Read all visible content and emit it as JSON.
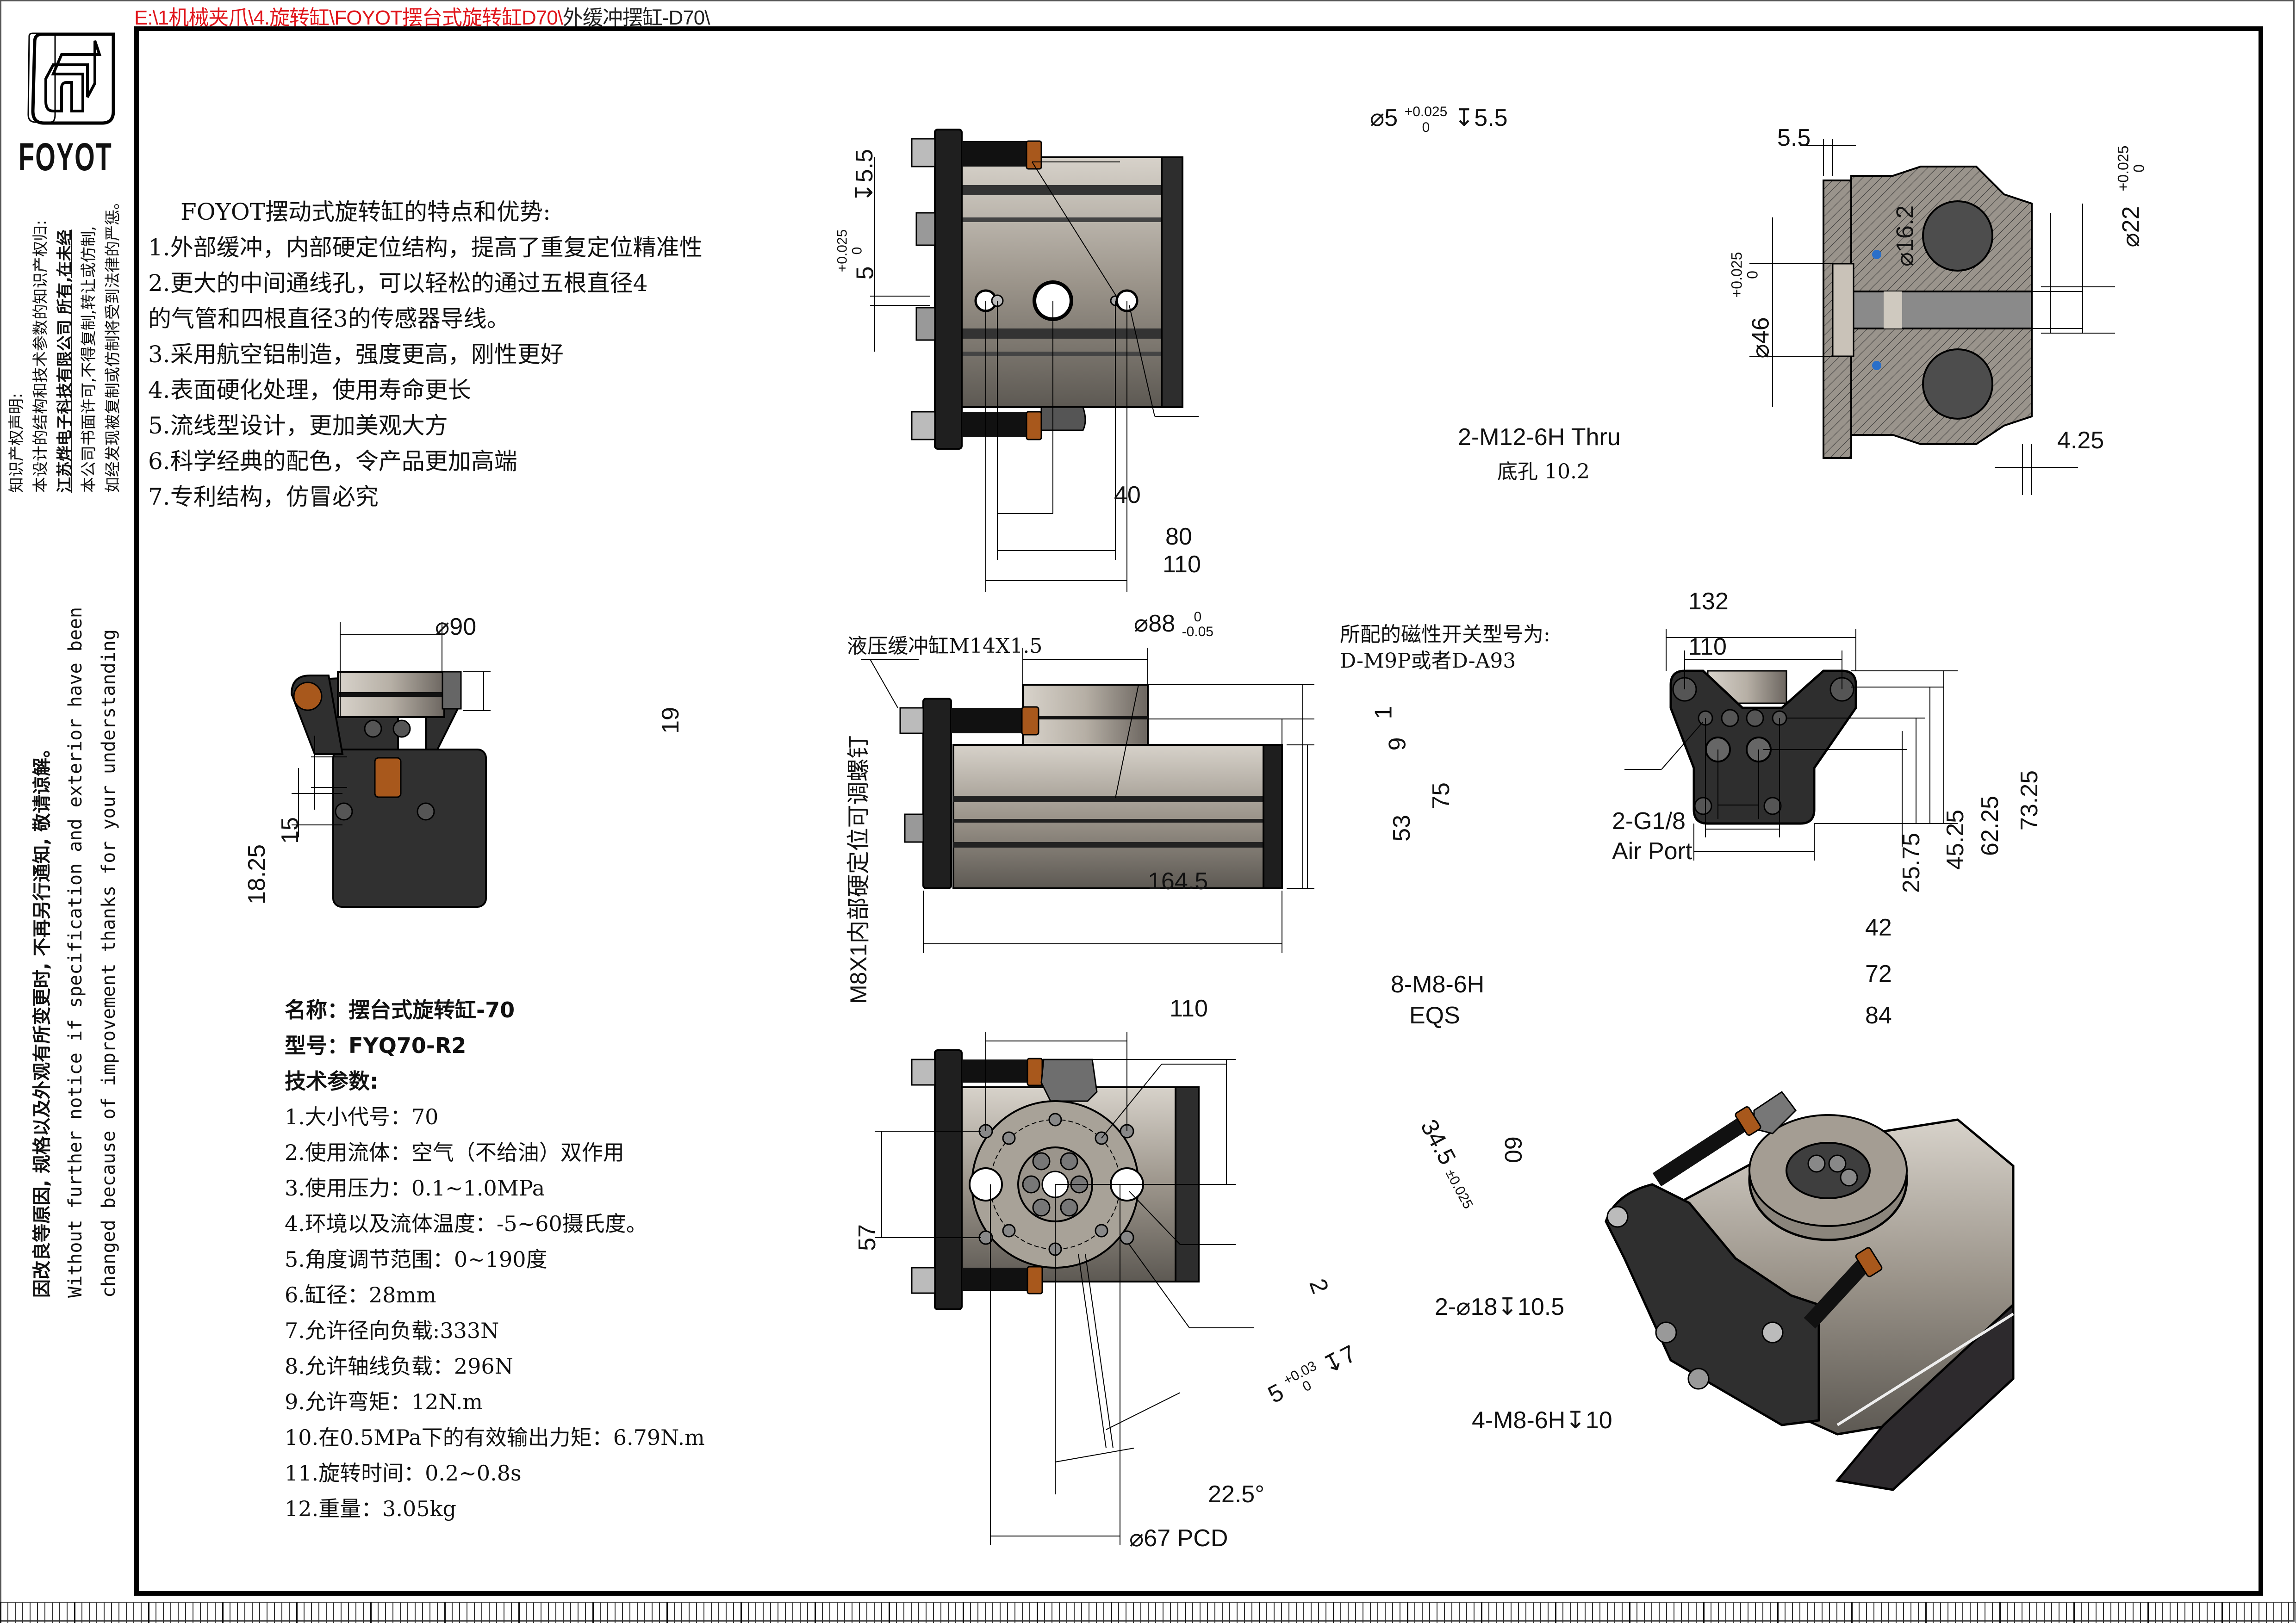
{
  "header": {
    "path_red": "E:\\1机械夹爪\\4.旋转缸\\FOYOT摆台式旋转缸D70\\",
    "path_black": "外缓冲摆缸-D70\\"
  },
  "brand": {
    "name": "FOYOT",
    "logo_icon": "foyot-logo-icon"
  },
  "sidebar": {
    "copyright": [
      "知识产权声明:",
      "本设计的结构和技术参数的知识产权归:",
      "江苏烨电子科技有限公司 所有,在未经",
      "本公司书面许可,不得复制,转让或仿制,",
      "如经发现被复制或仿制将受到法律的严惩。"
    ],
    "notice": [
      "因改良等原因, 规格以及外观有所变更时, 不再另行通知, 敬请谅解。",
      "Without further  notice if specification and exterior have been",
      "changed because of improvement thanks for your understanding"
    ]
  },
  "features": {
    "title": "FOYOT摆动式旋转缸的特点和优势:",
    "items": [
      "1.外部缓冲，内部硬定位结构，提高了重复定位精准性",
      "2.更大的中间通线孔，可以轻松的通过五根直径4",
      "的气管和四根直径3的传感器导线。",
      "3.采用航空铝制造，强度更高，刚性更好",
      "4.表面硬化处理，使用寿命更长",
      "5.流线型设计，更加美观大方",
      "6.科学经典的配色，令产品更加高端",
      "7.专利结构，仿冒必究"
    ]
  },
  "specs": {
    "name": "名称：摆台式旋转缸-70",
    "model": "型号：FYQ70-R2",
    "heading": "技术参数:",
    "items": [
      "1.大小代号：70",
      "2.使用流体：空气（不给油）双作用",
      "3.使用压力：0.1~1.0MPa",
      "4.环境以及流体温度：-5~60摄氏度。",
      "5.角度调节范围：0~190度",
      "6.缸径：28mm",
      "7.允许径向负载:333N",
      "8.允许轴线负载：296N",
      "9.允许弯矩：12N.m",
      "10.在0.5MPa下的有效输出力矩：6.79N.m",
      "11.旋转时间：0.2~0.8s",
      "12.重量：3.05kg"
    ]
  },
  "views": {
    "top_view": {
      "hole_callout": "⌀5",
      "hole_tol_upper": "+0.025",
      "hole_tol_lower": "0",
      "hole_depth": "↧5.5",
      "thread_callout": "2-M12-6H Thru",
      "thread_sub": "底孔 10.2",
      "dim_left_depth": "↧5.5",
      "dim_left_tol_upper": "+0.025",
      "dim_left_tol_lower": "0",
      "dim_left_val": "5",
      "dim_40": "40",
      "dim_80": "80",
      "dim_110": "110"
    },
    "section_view": {
      "dim_5_5": "5.5",
      "dim_46": "⌀46",
      "dim_46_tol_upper": "+0.025",
      "dim_46_tol_lower": "0",
      "dim_16_2": "⌀16.2",
      "dim_22": "⌀22",
      "dim_22_tol_upper": "+0.025",
      "dim_22_tol_lower": "0",
      "dim_4_25": "4.25"
    },
    "end_view_left": {
      "dim_90": "⌀90",
      "dim_19": "19",
      "dim_15": "15",
      "dim_18_25": "18.25"
    },
    "side_view": {
      "buffer_label": "液压缓冲缸M14X1.5",
      "switch_label_1": "所配的磁性开关型号为:",
      "switch_label_2": "D-M9P或者D-A93",
      "dim_88": "⌀88",
      "dim_88_tol_upper": "0",
      "dim_88_tol_lower": "-0.05",
      "dim_1": "1",
      "dim_9": "9",
      "dim_53": "53",
      "dim_75": "75",
      "dim_164_5": "164.5",
      "vertical_label": "M8X1内部硬定位可调螺钉"
    },
    "end_view_right": {
      "dim_132": "132",
      "dim_110": "110",
      "port_label_1": "2-G1/8",
      "port_label_2": "Air Port",
      "dim_25_75": "25.75",
      "dim_45_25": "45.25",
      "dim_62_25": "62.25",
      "dim_73_25": "73.25",
      "dim_42": "42",
      "dim_72": "72",
      "dim_84": "84"
    },
    "bottom_view": {
      "dim_110": "110",
      "thread_callout_1": "8-M8-6H",
      "thread_callout_2": "EQS",
      "dim_60": "60",
      "dim_34_5": "34.5",
      "dim_34_5_tol": "±0.025",
      "dim_57": "57",
      "dim_2": "2",
      "hole_callout": "2-⌀18↧10.5",
      "pin_5": "5",
      "pin_tol_upper": "+0.03",
      "pin_tol_lower": "0",
      "pin_depth": "↧7",
      "thread_callout_3": "4-M8-6H↧10",
      "angle": "22.5°",
      "pcd": "⌀67 PCD"
    }
  },
  "colors": {
    "path_red": "#e0161c",
    "body_silver": "#a9a39a",
    "body_dark": "#2f2f2f",
    "accent_copper": "#a8581c",
    "frame": "#000000"
  }
}
